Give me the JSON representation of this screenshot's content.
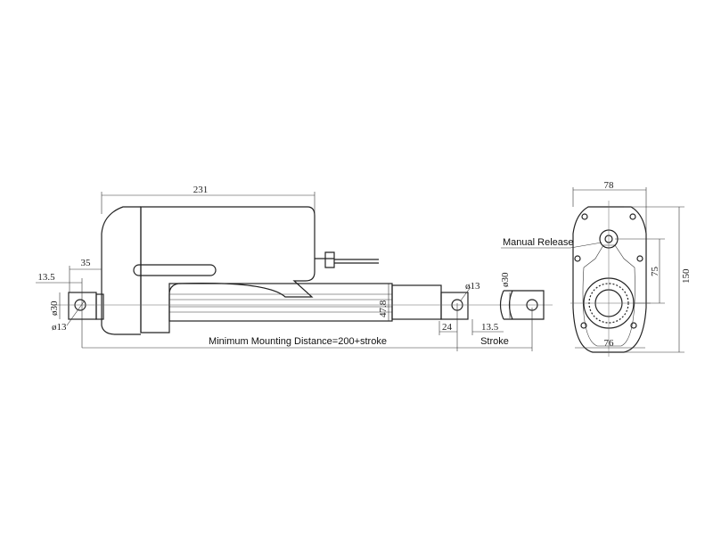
{
  "dimensions": {
    "overall_body_length": "231",
    "rear_offset": "35",
    "rear_pin_offset": "13.5",
    "rear_clevis_width": "ø30",
    "rear_hole": "ø13",
    "tube_height": "47.8",
    "front_hole": "ø13",
    "front_clevis_width": "ø30",
    "front_offset": "24",
    "front_pin_offset": "13.5",
    "end_width_top": "78",
    "end_width_bottom": "76",
    "end_height": "150",
    "release_to_center": "75"
  },
  "labels": {
    "mounting_distance": "Minimum Mounting Distance=200+stroke",
    "stroke": "Stroke",
    "manual_release": "Manual Release"
  }
}
